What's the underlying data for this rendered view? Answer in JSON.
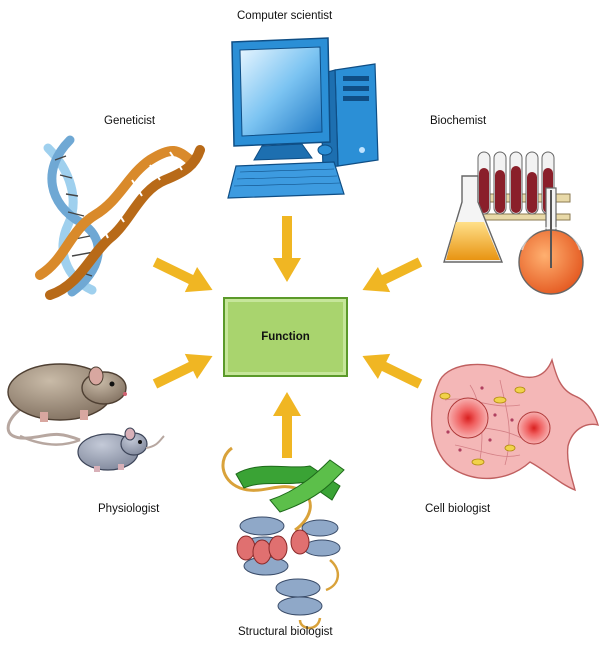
{
  "center": {
    "label": "Function"
  },
  "roles": {
    "computer_scientist": "Computer scientist",
    "geneticist": "Geneticist",
    "biochemist": "Biochemist",
    "physiologist": "Physiologist",
    "cell_biologist": "Cell biologist",
    "structural_biologist": "Structural biologist"
  },
  "colors": {
    "arrow": "#f0b623",
    "box_fill": "#a9d46e",
    "box_border": "#5b9a2a",
    "monitor": "#2b8fd6",
    "dna_orange": "#d98a2b",
    "dna_blue": "#9fd0ee",
    "flask_liquid": "#f2a320",
    "tube_red": "#8a1f2a",
    "mouse_fur": "#a09080",
    "cell_pink": "#f4b7b7",
    "protein_green": "#3aa335",
    "protein_blue": "#8fa8c8",
    "protein_red": "#e07070"
  },
  "icons": [
    "computer-icon",
    "dna-helix-icon",
    "lab-glassware-icon",
    "mice-icon",
    "cell-icon",
    "protein-ribbon-icon"
  ]
}
